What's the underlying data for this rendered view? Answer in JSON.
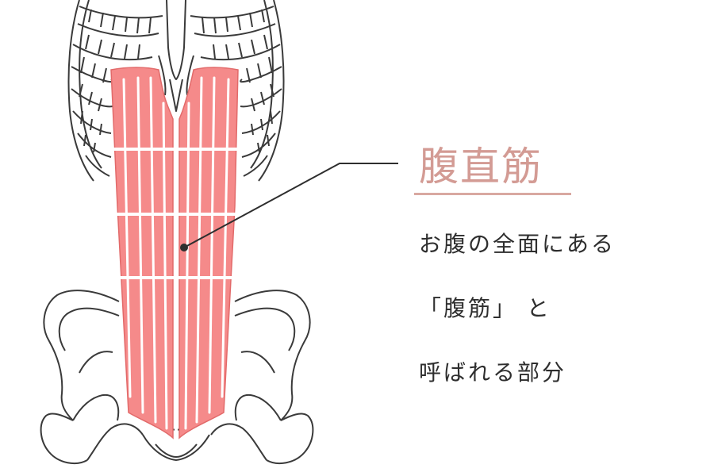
{
  "label": {
    "title": "腹直筋",
    "lines": [
      "お腹の全面にある",
      "「腹筋」 と",
      "呼ばれる部分"
    ]
  },
  "colors": {
    "muscle": "#f58a8a",
    "title": "#d39b94",
    "underline": "#d9a8a1",
    "text": "#2e2e2e",
    "outline": "#3a3a3a"
  }
}
